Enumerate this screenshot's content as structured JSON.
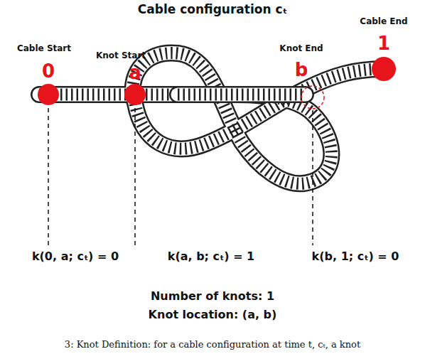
{
  "diagram": {
    "title": "Cable configuration cₜ",
    "caption": "3: Knot Definition: for a cable configuration at time t, cₜ, a knot",
    "labels": [
      "Cable End",
      "1",
      "Cable Start",
      "0",
      "Knot Start",
      "a",
      "Knot End",
      "b",
      "k(0, a; cₜ) = 0",
      "k(a, b; cₜ) = 1",
      "k(b, 1; cₜ) = 0",
      "Number of knots: 1",
      "Knot location: (a, b)"
    ]
  }
}
